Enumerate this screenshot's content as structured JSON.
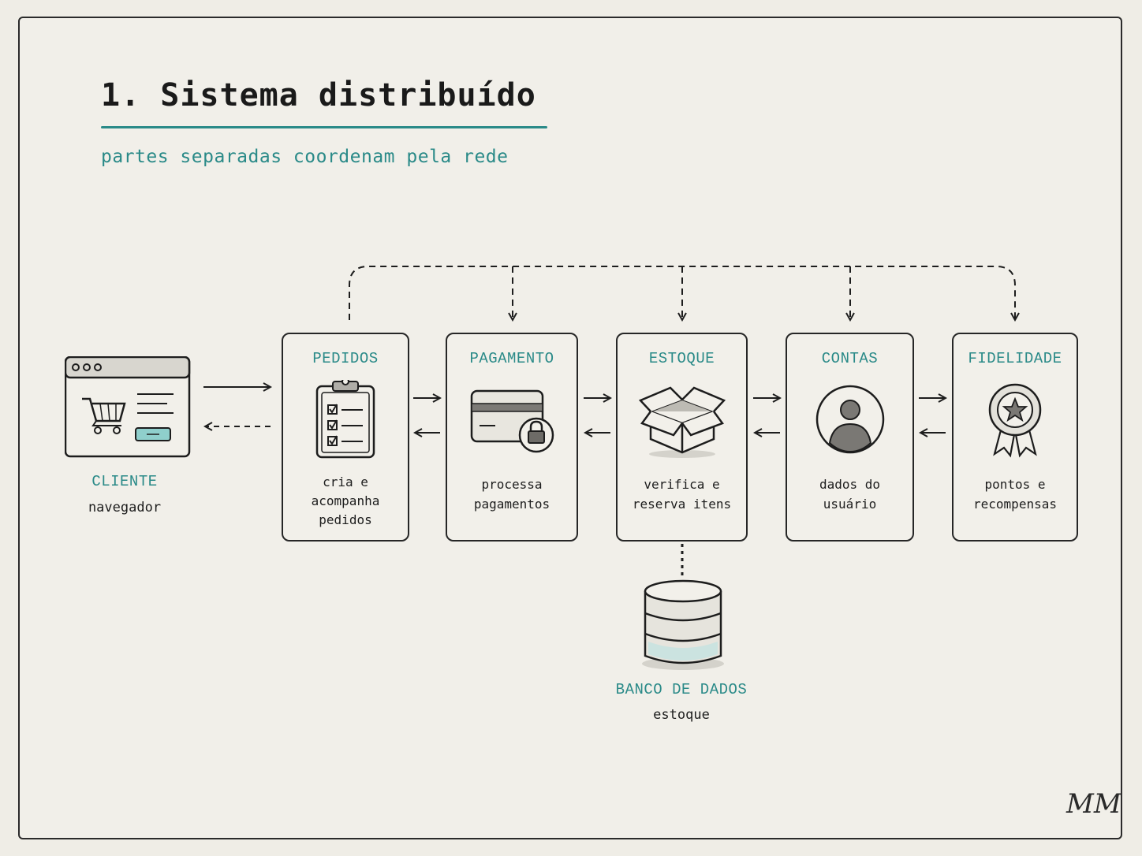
{
  "header": {
    "title": "1. Sistema distribuído",
    "subtitle": "partes separadas coordenam pela rede"
  },
  "client": {
    "label": "CLIENTE",
    "sublabel": "navegador",
    "icon": "browser-cart-icon"
  },
  "services": [
    {
      "title": "PEDIDOS",
      "description": "cria e\nacompanha\npedidos",
      "icon": "clipboard-checklist-icon"
    },
    {
      "title": "PAGAMENTO",
      "description": "processa\npagamentos",
      "icon": "credit-card-lock-icon"
    },
    {
      "title": "ESTOQUE",
      "description": "verifica e\nreserva itens",
      "icon": "open-box-icon"
    },
    {
      "title": "CONTAS",
      "description": "dados do\nusuário",
      "icon": "user-avatar-icon"
    },
    {
      "title": "FIDELIDADE",
      "description": "pontos e\nrecompensas",
      "icon": "award-ribbon-icon"
    }
  ],
  "database": {
    "label": "BANCO DE DADOS",
    "sublabel": "estoque",
    "icon": "database-cylinder-icon"
  },
  "signature": "MM",
  "colors": {
    "accent": "#2a8a88",
    "background": "#efede6",
    "ink": "#1d1d1d"
  }
}
